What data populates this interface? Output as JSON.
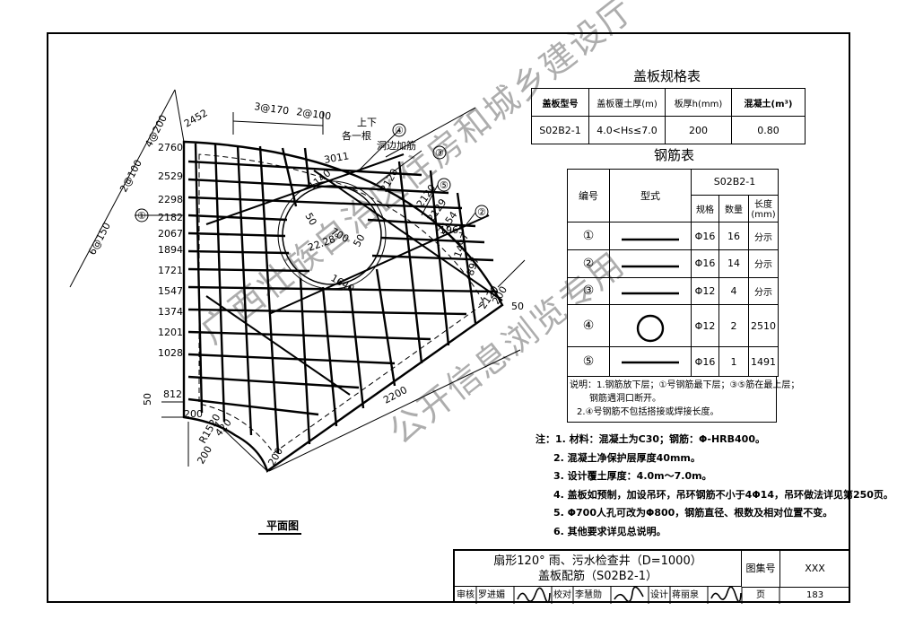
{
  "spec_table": {
    "title": "盖板规格表",
    "headers": [
      "盖板型号",
      "盖板覆土厚(m)",
      "板厚h(mm)",
      "混凝土(m³)"
    ],
    "row": [
      "S02B2-1",
      "4.0<Hs≤7.0",
      "200",
      "0.80"
    ]
  },
  "rebar_table": {
    "title": "钢筋表",
    "col_no": "编号",
    "col_shape": "型式",
    "group": "S02B2-1",
    "col_spec": "规格",
    "col_qty": "数量",
    "col_len": "长度(mm)",
    "rows": [
      {
        "no": "①",
        "spec": "Φ16",
        "qty": "16",
        "len": "分示",
        "shape": "line"
      },
      {
        "no": "②",
        "spec": "Φ16",
        "qty": "14",
        "len": "分示",
        "shape": "line"
      },
      {
        "no": "③",
        "spec": "Φ12",
        "qty": "4",
        "len": "分示",
        "shape": "line"
      },
      {
        "no": "④",
        "spec": "Φ12",
        "qty": "2",
        "len": "2510",
        "shape": "circle"
      },
      {
        "no": "⑤",
        "spec": "Φ16",
        "qty": "1",
        "len": "1491",
        "shape": "line"
      }
    ],
    "remark_1": "说明：1.钢筋放下层；①号钢筋最下层；③⑤筋在最上层；",
    "remark_2": "钢筋遇洞口断开。",
    "remark_3": "2.④号钢筋不包括搭接或焊接长度。"
  },
  "notes": {
    "n1": "注：1. 材料：混凝土为C30；钢筋：Φ-HRB400。",
    "n2": "2. 混凝土净保护层厚度40mm。",
    "n3": "3. 设计覆土厚度：4.0m～7.0m。",
    "n4": "4. 盖板如预制，加设吊环，吊环钢筋不小于4Φ14，吊环做法详见第250页。",
    "n5": "5. Φ700人孔可改为Φ800，钢筋直径、根数及相对位置不变。",
    "n6": "6. 其他要求详见总说明。"
  },
  "plan": {
    "caption": "平面图",
    "top_dims": [
      "3@170",
      "2@100"
    ],
    "upper_left_dims": [
      "4@200",
      "2@100",
      "6@150"
    ],
    "left_lengths": [
      "2452",
      "2760",
      "2529",
      "2298",
      "2182",
      "2067",
      "1894",
      "1721",
      "1547",
      "1374",
      "1201",
      "1028",
      "812"
    ],
    "right_lengths": [
      "2120",
      "2129",
      "2154",
      "1965",
      "1497",
      "897",
      "2120"
    ],
    "labels": {
      "callout_top": "上下",
      "callout_each": "各一根",
      "hole_rebar": "洞边加筋",
      "d3011": "3011",
      "d1140": "1140",
      "d2120": "2120",
      "d50a": "50",
      "d700": "700",
      "angle": "22.28°",
      "d50b": "50",
      "d1640": "1640",
      "d50c": "50",
      "d200a": "200",
      "r1520": "R1520",
      "d420": "420",
      "d200b": "200",
      "d2200": "2200",
      "d200c": "200",
      "d200d": "200",
      "d50d": "50"
    },
    "markers": [
      "①",
      "②",
      "③",
      "④",
      "⑤"
    ]
  },
  "title_block": {
    "title_line1": "扇形120° 雨、污水检查井（D=1000）",
    "title_line2": "盖板配筋（S02B2-1）",
    "atlas_label": "图集号",
    "atlas_value": "XXX",
    "page_label": "页",
    "page_value": "183",
    "review": "审核",
    "reviewer": "罗进媚",
    "check": "校对",
    "checker": "李慧勋",
    "design": "设计",
    "designer": "蒋丽泉"
  },
  "watermark": {
    "line1": "广西壮族自治区住房和城乡建设厅",
    "line2": "公开信息浏览专用"
  }
}
